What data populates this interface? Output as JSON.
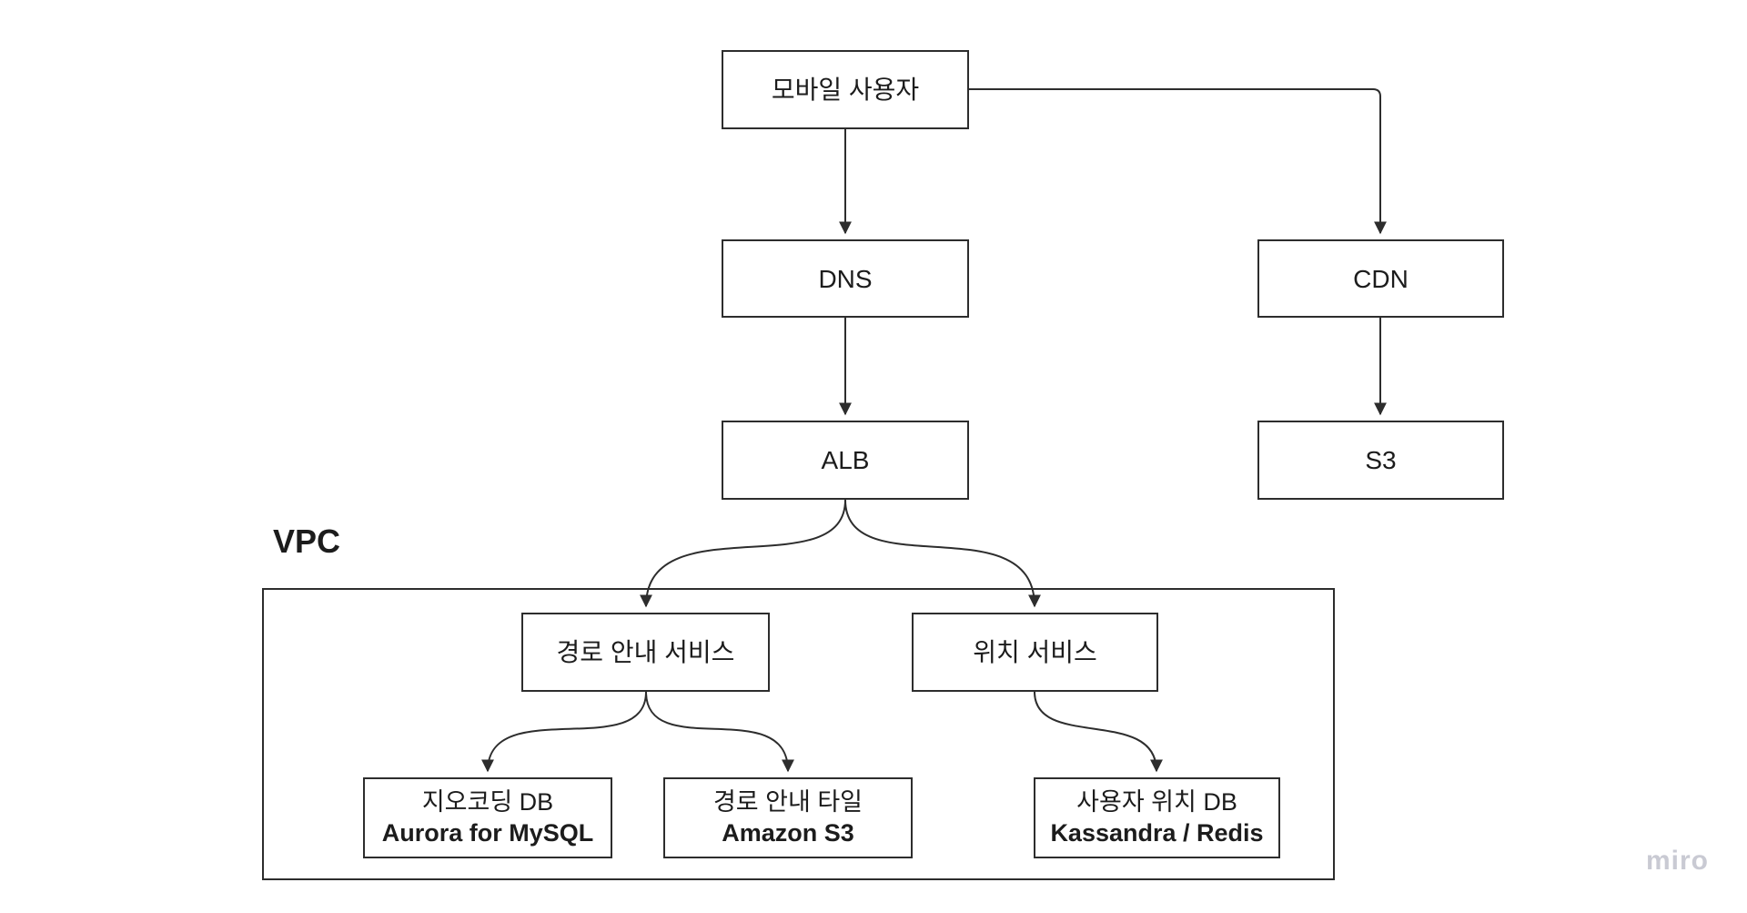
{
  "diagram": {
    "nodes": {
      "mobile_user": {
        "label": "모바일 사용자"
      },
      "dns": {
        "label": "DNS"
      },
      "cdn": {
        "label": "CDN"
      },
      "alb": {
        "label": "ALB"
      },
      "s3": {
        "label": "S3"
      },
      "route_service": {
        "label": "경로 안내 서비스"
      },
      "location_service": {
        "label": "위치 서비스"
      },
      "geocoding_db": {
        "title": "지오코딩 DB",
        "subtitle": "Aurora for MySQL"
      },
      "route_tiles": {
        "title": "경로 안내 타일",
        "subtitle": "Amazon S3"
      },
      "user_location_db": {
        "title": "사용자 위치 DB",
        "subtitle": "Kassandra / Redis"
      }
    },
    "group": {
      "label": "VPC"
    },
    "edges": [
      {
        "from": "모바일 사용자",
        "to": "DNS"
      },
      {
        "from": "모바일 사용자",
        "to": "CDN"
      },
      {
        "from": "DNS",
        "to": "ALB"
      },
      {
        "from": "CDN",
        "to": "S3"
      },
      {
        "from": "ALB",
        "to": "경로 안내 서비스"
      },
      {
        "from": "ALB",
        "to": "위치 서비스"
      },
      {
        "from": "경로 안내 서비스",
        "to": "지오코딩 DB"
      },
      {
        "from": "경로 안내 서비스",
        "to": "경로 안내 타일"
      },
      {
        "from": "위치 서비스",
        "to": "사용자 위치 DB"
      }
    ],
    "colors": {
      "stroke": "#2d2d2d",
      "background": "#ffffff",
      "watermark": "#c9cad3"
    }
  },
  "watermark": {
    "label": "miro"
  }
}
